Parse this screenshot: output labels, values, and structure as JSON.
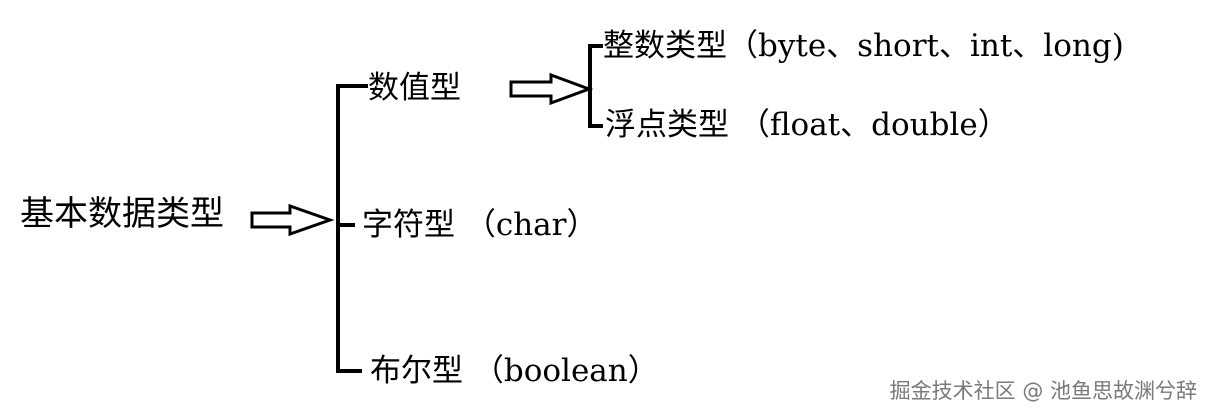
{
  "diagram": {
    "root": {
      "label": "基本数据类型"
    },
    "categories": [
      {
        "id": "numeric",
        "label": "数值型",
        "children": [
          {
            "id": "integer",
            "label": "整数类型（byte、short、int、long)"
          },
          {
            "id": "float",
            "label": "浮点类型 （float、double）"
          }
        ]
      },
      {
        "id": "char",
        "label": "字符型 （char）"
      },
      {
        "id": "boolean",
        "label": "布尔型 （boolean）"
      }
    ]
  },
  "watermark": {
    "text": "掘金技术社区 @ 池鱼思故渊兮辞"
  },
  "colors": {
    "stroke": "#000000",
    "text": "#000000",
    "watermark": "#7a7a7a",
    "background": "#ffffff"
  }
}
